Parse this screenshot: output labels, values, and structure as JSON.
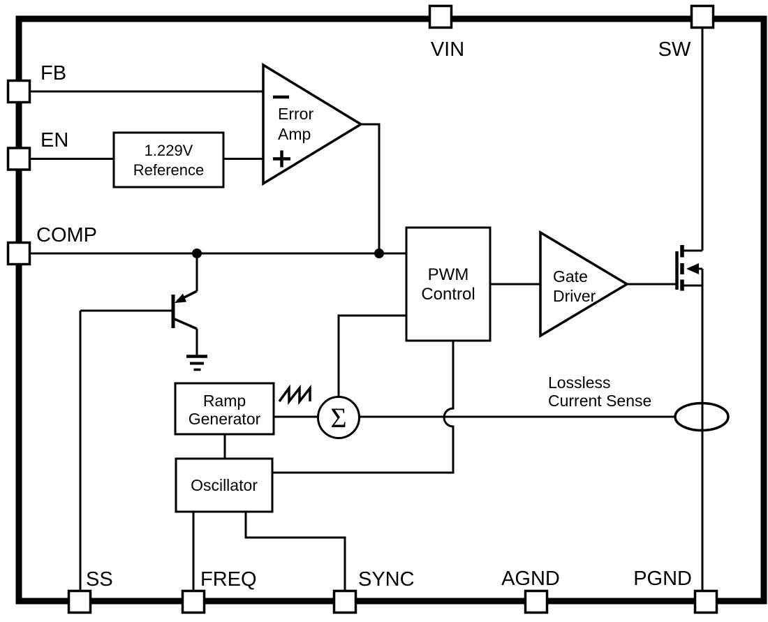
{
  "colors": {
    "ink": "#000000",
    "background": "#ffffff"
  },
  "pins": {
    "vin": {
      "label": "VIN"
    },
    "sw": {
      "label": "SW"
    },
    "fb": {
      "label": "FB"
    },
    "en": {
      "label": "EN"
    },
    "comp": {
      "label": "COMP"
    },
    "ss": {
      "label": "SS"
    },
    "freq": {
      "label": "FREQ"
    },
    "sync": {
      "label": "SYNC"
    },
    "agnd": {
      "label": "AGND"
    },
    "pgnd": {
      "label": "PGND"
    }
  },
  "blocks": {
    "reference": {
      "line1": "1.229V",
      "line2": "Reference"
    },
    "error_amp": {
      "line1": "Error",
      "line2": "Amp"
    },
    "pwm_control": {
      "line1": "PWM",
      "line2": "Control"
    },
    "gate_driver": {
      "line1": "Gate",
      "line2": "Driver"
    },
    "ramp_generator": {
      "line1": "Ramp",
      "line2": "Generator"
    },
    "oscillator": {
      "label": "Oscillator"
    },
    "summer": {
      "symbol": "Σ"
    }
  },
  "annotations": {
    "current_sense_line1": "Lossless",
    "current_sense_line2": "Current Sense"
  }
}
